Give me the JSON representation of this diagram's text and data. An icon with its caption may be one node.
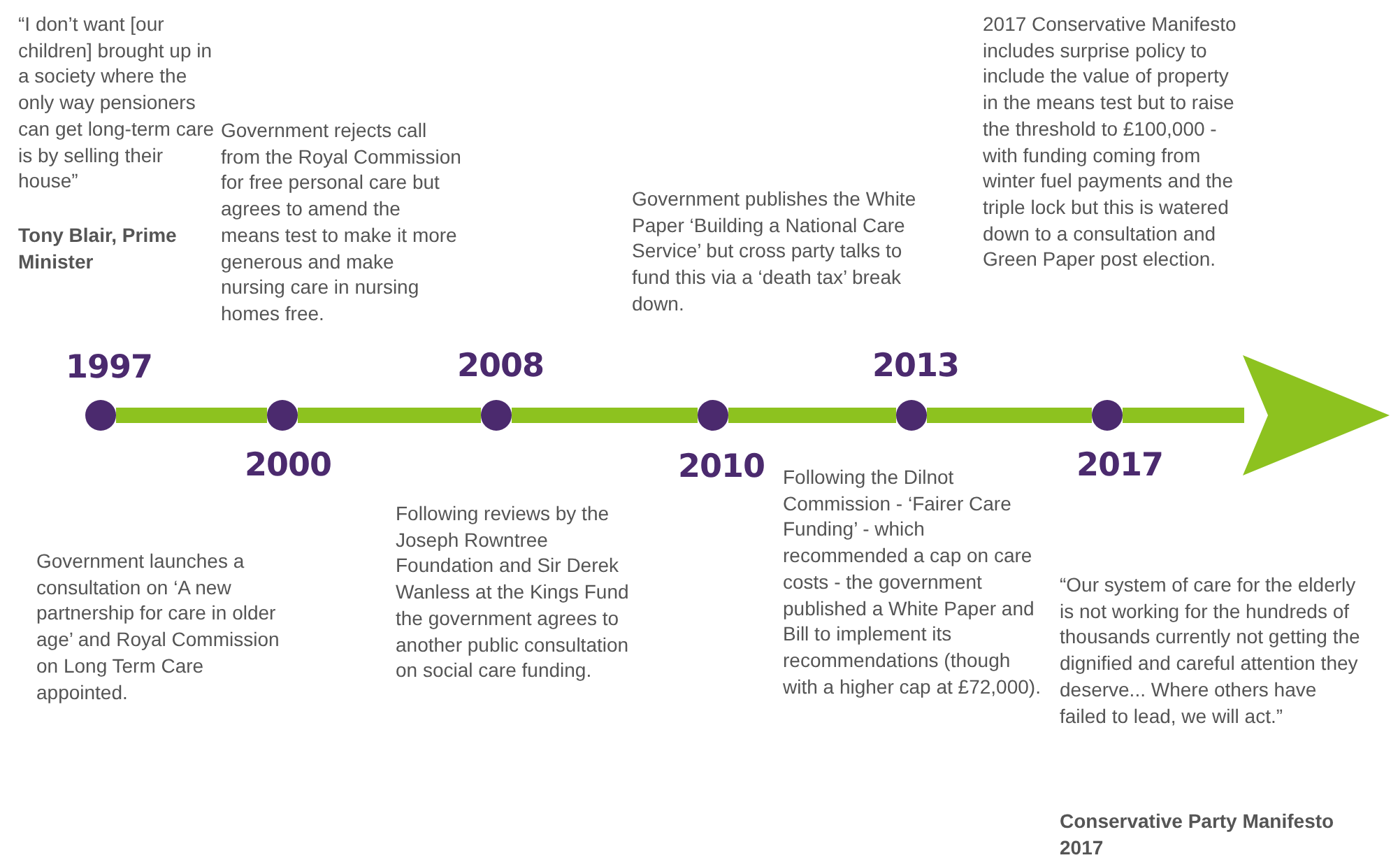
{
  "diagram": {
    "nodes": [
      {
        "text": [],
        "shape": "circle",
        "beside": [
          "1997"
        ]
      },
      {
        "text": [],
        "shape": "circle",
        "beside": [
          "2000"
        ]
      },
      {
        "text": [],
        "shape": "circle",
        "beside": [
          "2008"
        ]
      },
      {
        "text": [],
        "shape": "circle",
        "beside": [
          "2010"
        ]
      },
      {
        "text": [],
        "shape": "circle",
        "beside": [
          "2013"
        ]
      },
      {
        "text": [],
        "shape": "circle",
        "beside": [
          "2017"
        ]
      }
    ],
    "edges": [
      {
        "from": 0,
        "to": 1,
        "arrow": "none"
      },
      {
        "from": 1,
        "to": 2,
        "arrow": "none"
      },
      {
        "from": 2,
        "to": 3,
        "arrow": "none"
      },
      {
        "from": 3,
        "to": 4,
        "arrow": "none"
      },
      {
        "from": 4,
        "to": 5,
        "arrow": "none"
      },
      {
        "from": 5,
        "to": null,
        "arrow": "to"
      }
    ],
    "labels": [
      "“I don’t want [our children] brought up in a society where the only way pensioners can get long-term care is by selling their house”",
      "Tony Blair, Prime Minister",
      "Government rejects call from the Royal Commission for free personal care but agrees to amend the means test to make it more generous and make nursing care in nursing homes free.",
      "Government publishes the White Paper ‘Building a National Care Service’ but cross party talks to fund this via a ‘death tax’ break down.",
      "2017 Conservative Manifesto includes surprise policy to include the value of property in the means test but to raise the threshold to £100,000 - with funding coming from winter fuel payments and the triple lock but this is watered down to a consultation and Green Paper post election.",
      "Government launches a consultation on ‘A new partnership for care in older age’ and Royal Commission on Long Term Care appointed.",
      "Following reviews by the Joseph Rowntree Foundation and Sir Derek Wanless at the Kings Fund the government agrees to another public consultation on social care funding.",
      "Following the Dilnot Commission - ‘Fairer Care Funding’ - which recommended a cap on care costs - the government published a White Paper and Bill to implement its recommendations (though with a higher cap at £72,000).",
      "“Our system of care for the elderly is not working for the hundreds of thousands currently not getting the dignified and careful attention they deserve... Where others have failed to lead, we will act.”",
      "Conservative Party Manifesto 2017"
    ]
  }
}
